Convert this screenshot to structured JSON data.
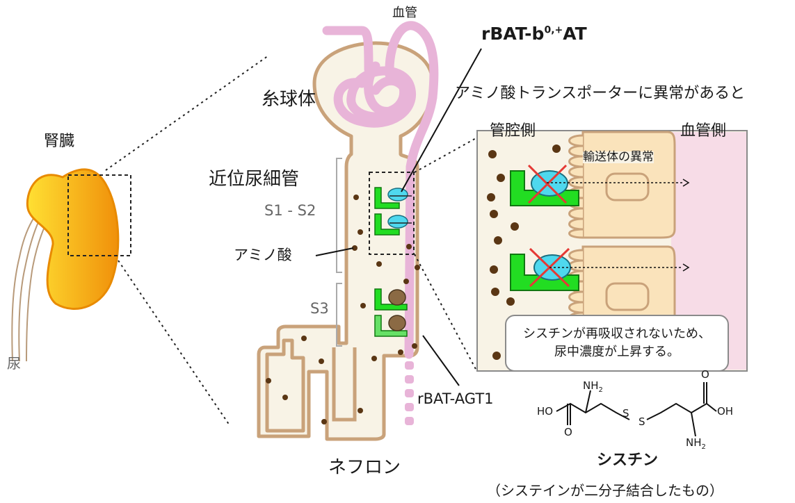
{
  "labels": {
    "kidney": "腎臓",
    "urine": "尿",
    "blood_vessel_top": "血管",
    "glomerulus": "糸球体",
    "proximal_tubule": "近位尿細管",
    "segment_s1s2": "S1 - S2",
    "segment_s3": "S3",
    "amino_acid": "アミノ酸",
    "nephron": "ネフロン",
    "transporter_top": "rBAT-b",
    "transporter_top_sup": "0,+",
    "transporter_top_suffix": "AT",
    "transporter_bottom": "rBAT-AGT1",
    "inset_heading": "アミノ酸トランスポーターに異常があると",
    "lumen_side": "管腔側",
    "blood_side": "血管側",
    "transporter_defect": "輸送体の異常",
    "callout_line1": "シスチンが再吸収されないため、",
    "callout_line2": "尿中濃度が上昇する。",
    "cystine_name": "シスチン",
    "cystine_note": "（システインが二分子結合したもの）"
  },
  "molecule": {
    "ho": "HO",
    "oh": "OH",
    "s1": "S",
    "s2": "S",
    "nh2_top": "NH",
    "nh2_bottom": "NH",
    "sub2": "2",
    "o1": "O",
    "o2": "O"
  },
  "colors": {
    "kidney": "#f5a623",
    "tubule_fill": "#f8f3e6",
    "tubule_border": "#c9a27a",
    "vessel": "#e8b4d8",
    "transporter_green": "#22dd22",
    "transporter_cyan": "#4fd8ee",
    "transporter_brown": "#8b6a44",
    "cell": "#fae3bb",
    "blood_bg": "#f7dce7",
    "defect_x": "#e53935",
    "dot": "#5a3614"
  }
}
